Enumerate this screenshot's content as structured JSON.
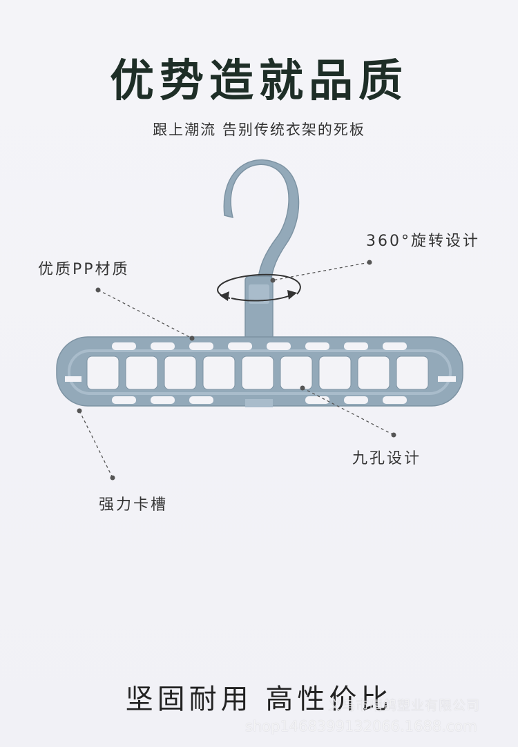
{
  "title": "优势造就品质",
  "subtitle": "跟上潮流 告别传统衣架的死板",
  "callouts": {
    "material": "优质PP材质",
    "rotation": "360°旋转设计",
    "nine_holes": "九孔设计",
    "slot": "强力卡槽"
  },
  "slogan": "坚固耐用 高性价比",
  "watermark": {
    "company": "义乌市晴鸽塑业有限公司",
    "shop": "shop1468399132066.1688.com"
  },
  "colors": {
    "hanger": "#93a9b9",
    "hanger_dark": "#7d93a3",
    "background": "#f2f2f7",
    "title": "#1e2e27"
  }
}
